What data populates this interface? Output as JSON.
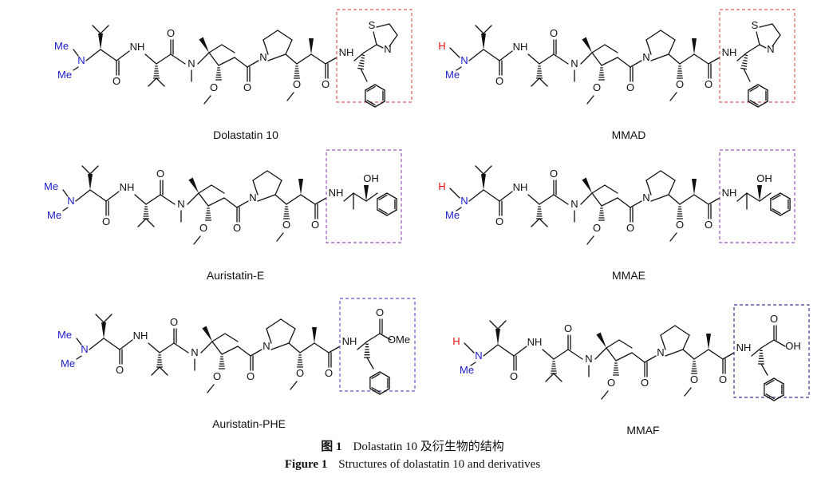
{
  "compounds": [
    {
      "name": "Dolastatin 10",
      "nterm": "Me",
      "cterm": "thiazole",
      "box_color": "#e05a5a"
    },
    {
      "name": "MMAD",
      "nterm": "H",
      "cterm": "thiazole",
      "box_color": "#e05a5a"
    },
    {
      "name": "Auristatin-E",
      "nterm": "Me",
      "cterm": "norephedrine",
      "box_color": "#9a58c0"
    },
    {
      "name": "MMAE",
      "nterm": "H",
      "cterm": "norephedrine",
      "box_color": "#9a58c0"
    },
    {
      "name": "Auristatin-PHE",
      "nterm": "Me",
      "cterm": "phe_ester",
      "box_color": "#5a5ad8"
    },
    {
      "name": "MMAF",
      "nterm": "H",
      "cterm": "phe_acid",
      "box_color": "#3a3aa0"
    }
  ],
  "atom_labels": {
    "me": "Me",
    "n": "N",
    "h": "H",
    "nh": "NH",
    "o": "O",
    "s": "S",
    "oh": "OH",
    "ome": "OMe"
  },
  "colors": {
    "bond": "#111111",
    "dimethyl": "#1a1acc",
    "hydrogen": "#dd1111"
  },
  "caption": {
    "cn_label": "图 1",
    "cn_text": "Dolastatin 10 及衍生物的结构",
    "en_label": "Figure 1",
    "en_text": "Structures of dolastatin 10 and derivatives"
  }
}
